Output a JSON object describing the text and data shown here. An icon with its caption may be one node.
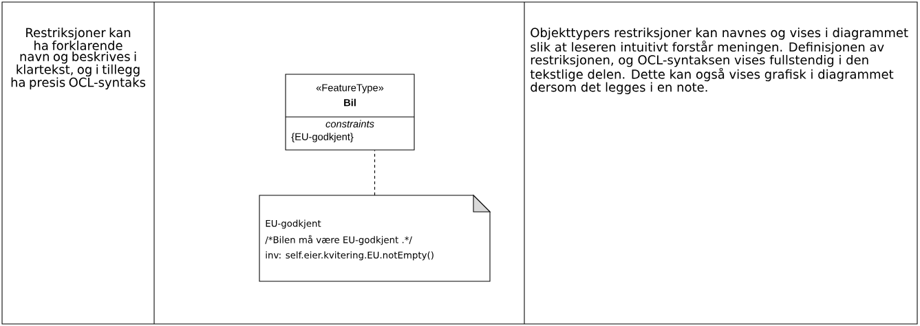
{
  "diagram": {
    "nodes": [
      {
        "text": [
          "«FeatureType»",
          "Bil",
          "constraints",
          "{EU-godkjent}"
        ]
      },
      {
        "text": [
          "EU-godkjent",
          "/*Bilen må være EU-godkjent .*/",
          "inv: self.eier.kvitering.EU.notEmpty()"
        ]
      }
    ],
    "edges": [
      {
        "from": 1,
        "to": 0,
        "arrow": "none",
        "style": "dashed"
      }
    ],
    "labels": [
      "Restriksjoner kan ha forklarende navn og beskrives i klartekst, og i tillegg ha presis OCL-syntaks",
      "Objekttypers restriksjoner kan navnes og vises i diagrammet slik at leseren intuitivt forstår meningen. Definisjonen av restriksjonen, og OCL-syntaksen vises fullstendig i den tekstlige delen. Dette kan også vises grafisk i diagrammet dersom det legges i en note."
    ]
  }
}
